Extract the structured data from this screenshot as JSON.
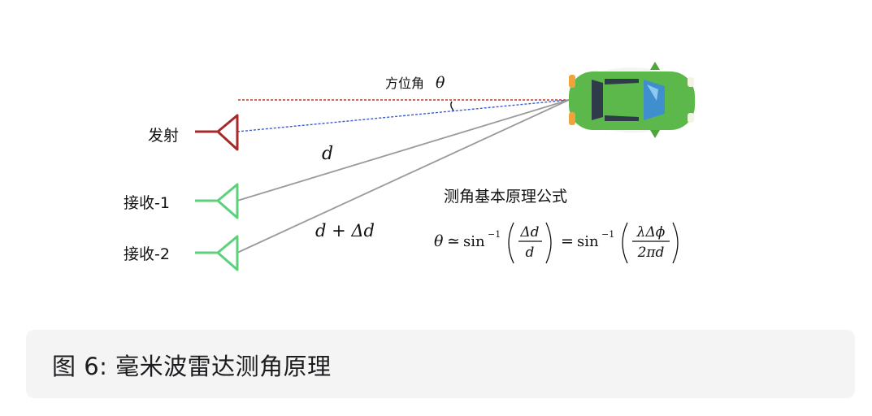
{
  "diagram": {
    "azimuth_label": "方位角",
    "azimuth_symbol": "θ",
    "transmit_label": "发射",
    "receive1_label": "接收-1",
    "receive2_label": "接收-2",
    "distance_label": "d",
    "distance_delta_label": "d + Δd",
    "formula_title": "测角基本原理公式",
    "formula": {
      "theta": "θ",
      "approx": "≃",
      "sin1": "sin",
      "inv1": "−1",
      "num1": "Δd",
      "den1": "d",
      "equals": "=",
      "sin2": "sin",
      "inv2": "−1",
      "num2": "λΔϕ",
      "den2": "2πd"
    },
    "colors": {
      "transmit": "#a52a2a",
      "receive": "#5cd07a",
      "azimuth_reference_line": "#c0392b",
      "transmit_path": "#3b5bd6",
      "receive_path": "#9a9a9a",
      "car_body": "#5cb84a"
    }
  },
  "caption": "图 6: 毫米波雷达测角原理"
}
